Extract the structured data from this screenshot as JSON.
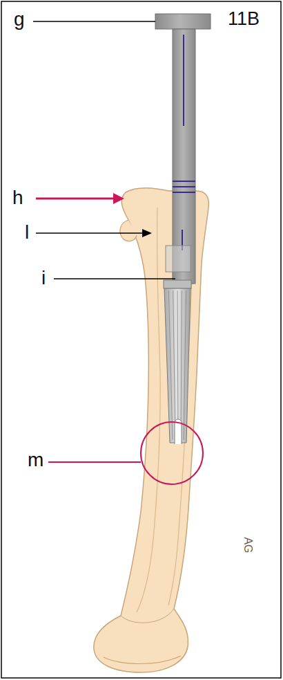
{
  "diagram": {
    "labels": [
      "g",
      "11B",
      "h",
      "l",
      "i",
      "m",
      "AG"
    ]
  }
}
